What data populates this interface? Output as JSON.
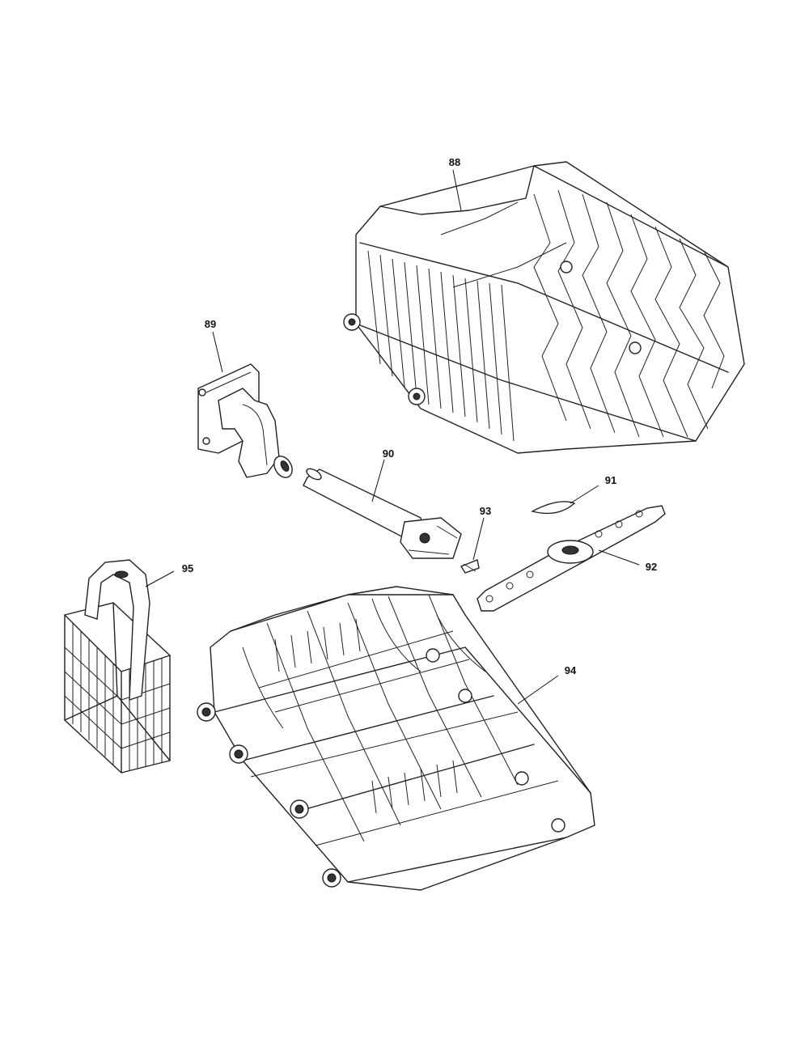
{
  "diagram": {
    "parts": [
      {
        "id": "upper-rack",
        "callout": "88"
      },
      {
        "id": "rack-manifold",
        "callout": "89"
      },
      {
        "id": "spray-arm-tube",
        "callout": "90"
      },
      {
        "id": "spray-arm-seal",
        "callout": "91"
      },
      {
        "id": "lower-spray-arm",
        "callout": "92"
      },
      {
        "id": "tube-clip",
        "callout": "93"
      },
      {
        "id": "lower-rack",
        "callout": "94"
      },
      {
        "id": "silverware-basket",
        "callout": "95"
      }
    ]
  }
}
